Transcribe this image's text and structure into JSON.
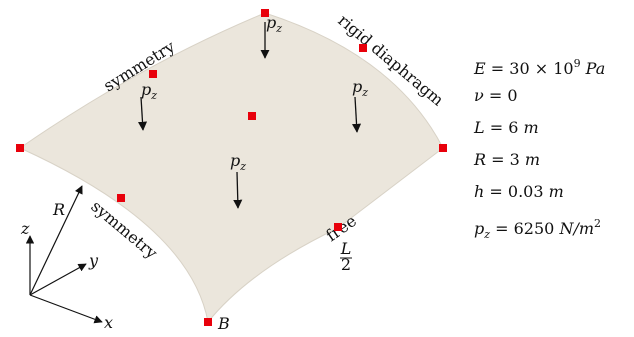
{
  "figure": {
    "load_symbol": "p",
    "load_subscript": "z",
    "edge_labels": {
      "symmetry_top": "symmetry",
      "symmetry_left": "symmetry",
      "rigid": "rigid diaphragm",
      "free": "free"
    },
    "radius_label": "R",
    "point_label": "B",
    "axes": {
      "x": "x",
      "y": "y",
      "z": "z"
    },
    "half_length": {
      "num": "L",
      "den": "2"
    },
    "colors": {
      "surface": "#ebe6dc",
      "node": "#e8000b",
      "ink": "#111111"
    }
  },
  "parameters": [
    {
      "sym": "E",
      "eq": " = 30 × 10",
      "sup": "9",
      "unit": " Pa"
    },
    {
      "sym": "ν",
      "eq": " = 0",
      "sup": "",
      "unit": ""
    },
    {
      "sym": "L",
      "eq": " = 6 ",
      "sup": "",
      "unit": "m"
    },
    {
      "sym": "R",
      "eq": " = 3 ",
      "sup": "",
      "unit": "m"
    },
    {
      "sym": "h",
      "eq": " = 0.03 ",
      "sup": "",
      "unit": "m"
    },
    {
      "sym": "p",
      "sub": "z",
      "eq": " = 6250 ",
      "unit": "N/m",
      "sup": "2"
    }
  ]
}
